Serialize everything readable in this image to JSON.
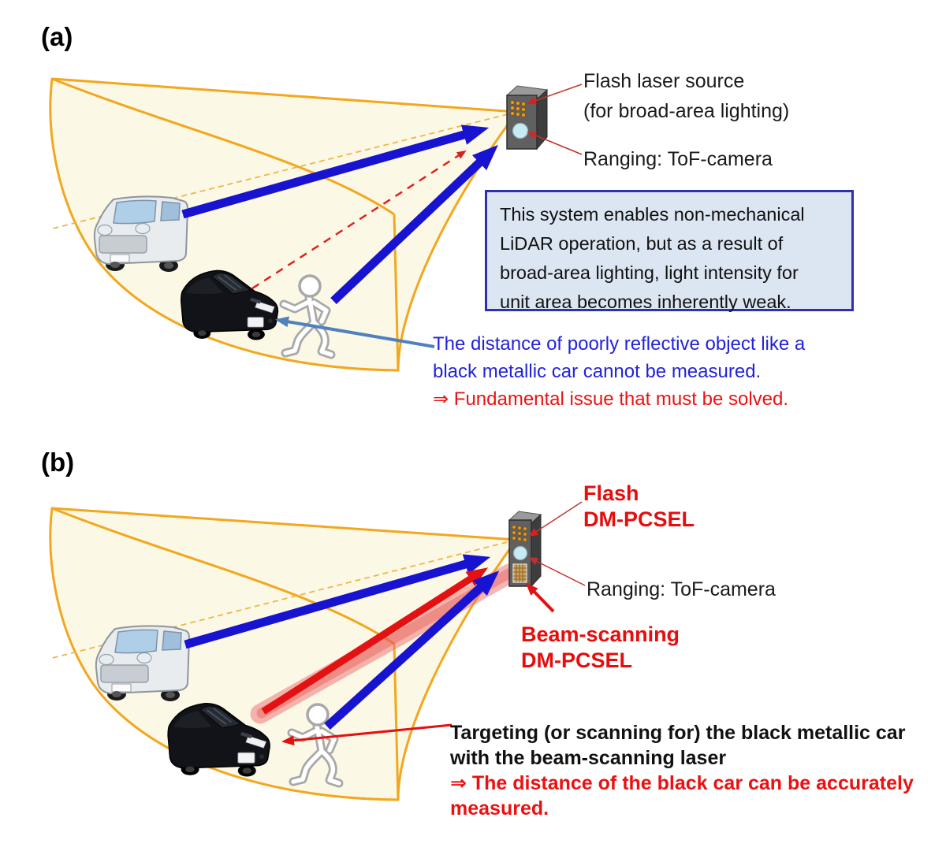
{
  "figure": {
    "panel_a": {
      "label": "(a)",
      "device_labels": {
        "flash": "Flash laser source\n(for broad-area lighting)",
        "ranging": "Ranging: ToF-camera"
      },
      "info_box": "This system enables non-mechanical\nLiDAR operation, but as a result of\nbroad-area lighting, light intensity for\nunit area becomes inherently weak.",
      "caption_blue": "The distance of poorly reflective object like a\nblack metallic car cannot be measured.",
      "caption_red": "⇒ Fundamental issue that must be solved."
    },
    "panel_b": {
      "label": "(b)",
      "device_labels": {
        "flash": "Flash\nDM-PCSEL",
        "ranging": "Ranging: ToF-camera",
        "beam_scanning": "Beam-scanning\nDM-PCSEL"
      },
      "caption_black": "Targeting (or scanning for) the black\nmetallic car with the beam-scanning laser",
      "caption_red": "⇒ The distance of the black car can be\naccurately measured."
    },
    "colors": {
      "cone_fill": "#fcf8e6",
      "cone_stroke": "#f2a71e",
      "arrow_blue": "#1713d0",
      "arrow_red": "#e31112",
      "leader_steel_blue": "#4f81bd",
      "text_blue": "#2222db",
      "text_red": "#ec1111",
      "info_box_fill": "#dce6f2",
      "info_box_border": "#2f2fb0"
    }
  }
}
